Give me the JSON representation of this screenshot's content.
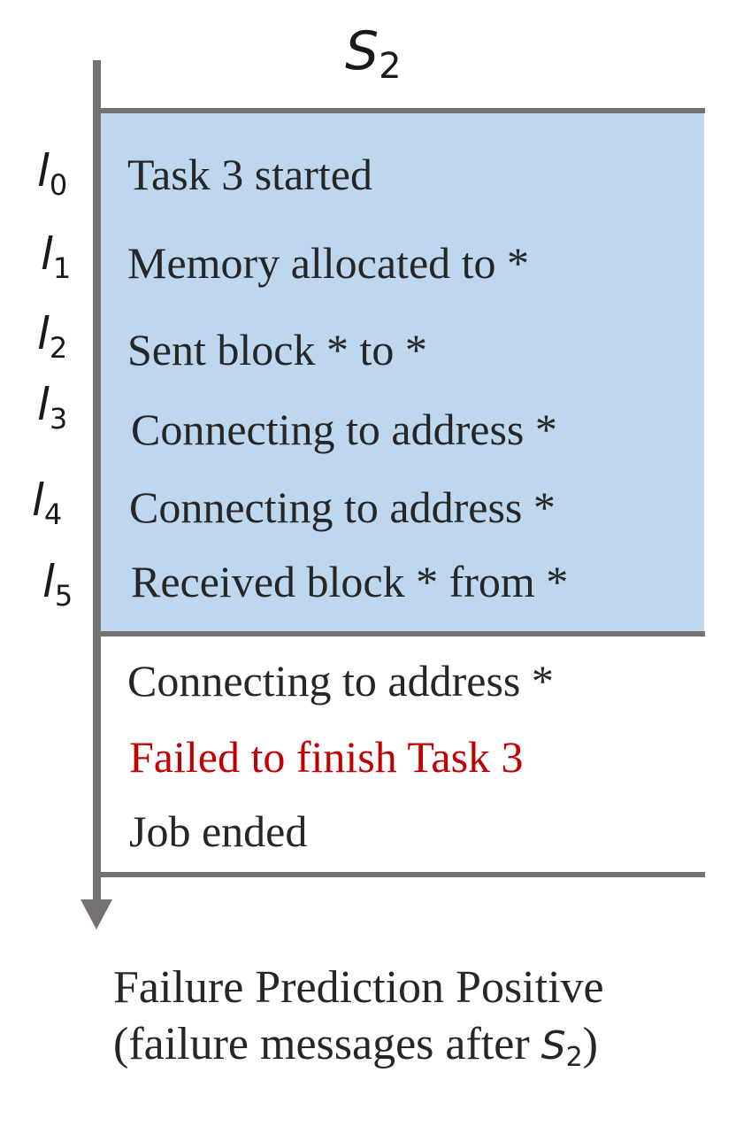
{
  "sequence": {
    "symbol": "S",
    "subscript": "2"
  },
  "index_symbol": "l",
  "window_messages": [
    {
      "index": "0",
      "text": "Task 3 started"
    },
    {
      "index": "1",
      "text": "Memory allocated to *"
    },
    {
      "index": "2",
      "text": "Sent block * to *"
    },
    {
      "index": "3",
      "text": "Connecting to address *"
    },
    {
      "index": "4",
      "text": "Connecting to address *"
    },
    {
      "index": "5",
      "text": "Received block * from *"
    }
  ],
  "after_messages": [
    {
      "text": "Connecting to address *",
      "status": "normal"
    },
    {
      "text": "Failed to finish Task 3",
      "status": "failure"
    },
    {
      "text": "Job ended",
      "status": "normal"
    }
  ],
  "colors": {
    "window_fill": "#bdd7ee",
    "axis": "#767171",
    "failure_text": "#c00000"
  },
  "caption": {
    "line1": "Failure Prediction Positive",
    "line2_prefix": "(failure messages after ",
    "line2_symbol": "S",
    "line2_subscript": "2",
    "line2_suffix": ")"
  }
}
